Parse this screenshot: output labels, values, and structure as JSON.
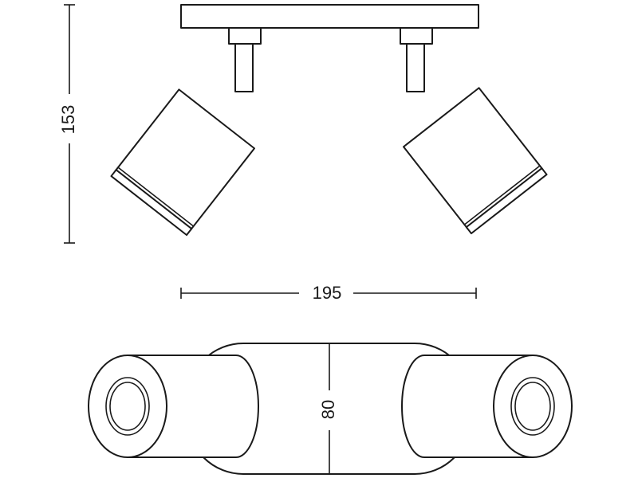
{
  "dimensions": {
    "height": "153",
    "width": "195",
    "depth": "80"
  },
  "colors": {
    "line": "#1a1a1a",
    "background": "#ffffff"
  }
}
